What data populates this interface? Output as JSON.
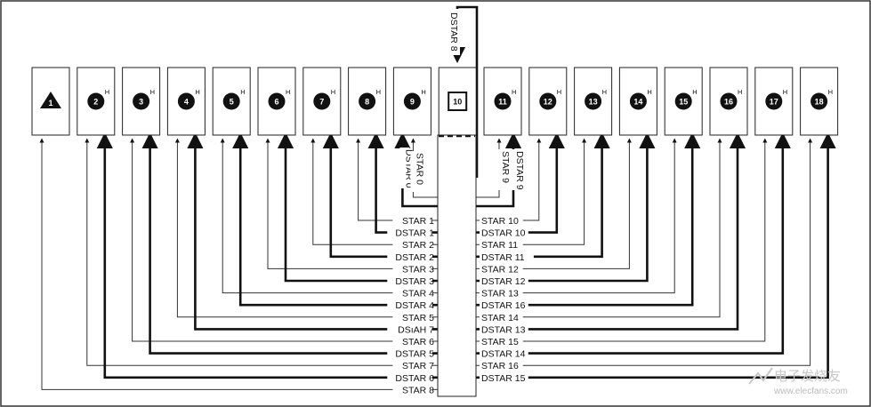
{
  "slots": [
    {
      "number": "1",
      "suffix": "",
      "shape": "triangle"
    },
    {
      "number": "2",
      "suffix": "H",
      "shape": "circle"
    },
    {
      "number": "3",
      "suffix": "H",
      "shape": "circle"
    },
    {
      "number": "4",
      "suffix": "H",
      "shape": "circle"
    },
    {
      "number": "5",
      "suffix": "H",
      "shape": "circle"
    },
    {
      "number": "6",
      "suffix": "H",
      "shape": "circle"
    },
    {
      "number": "7",
      "suffix": "H",
      "shape": "circle"
    },
    {
      "number": "8",
      "suffix": "H",
      "shape": "circle"
    },
    {
      "number": "9",
      "suffix": "H",
      "shape": "circle"
    },
    {
      "number": "10",
      "suffix": "",
      "shape": "square"
    },
    {
      "number": "11",
      "suffix": "H",
      "shape": "circle"
    },
    {
      "number": "12",
      "suffix": "H",
      "shape": "circle"
    },
    {
      "number": "13",
      "suffix": "H",
      "shape": "circle"
    },
    {
      "number": "14",
      "suffix": "H",
      "shape": "circle"
    },
    {
      "number": "15",
      "suffix": "H",
      "shape": "circle"
    },
    {
      "number": "16",
      "suffix": "H",
      "shape": "circle"
    },
    {
      "number": "17",
      "suffix": "H",
      "shape": "circle"
    },
    {
      "number": "18",
      "suffix": "H",
      "shape": "circle"
    }
  ],
  "left_signals": [
    {
      "label": "STAR 1",
      "slot": 8,
      "kind": "thin"
    },
    {
      "label": "DSTAR 1",
      "slot": 8,
      "kind": "thick"
    },
    {
      "label": "STAR 2",
      "slot": 7,
      "kind": "thin"
    },
    {
      "label": "DSTAR 2",
      "slot": 7,
      "kind": "thick"
    },
    {
      "label": "STAR 3",
      "slot": 6,
      "kind": "thin"
    },
    {
      "label": "DSTAR 3",
      "slot": 6,
      "kind": "thick"
    },
    {
      "label": "STAR 4",
      "slot": 5,
      "kind": "thin"
    },
    {
      "label": "DSTAR 4",
      "slot": 5,
      "kind": "thick"
    },
    {
      "label": "STAR 5",
      "slot": 4,
      "kind": "thin"
    },
    {
      "label": "DSıAH 7",
      "slot": 4,
      "kind": "thick"
    },
    {
      "label": "STAR 6",
      "slot": 3,
      "kind": "thin"
    },
    {
      "label": "DSTAR 5",
      "slot": 3,
      "kind": "thick"
    },
    {
      "label": "STAR 7",
      "slot": 2,
      "kind": "thin"
    },
    {
      "label": "DSTAR 6",
      "slot": 2,
      "kind": "thick"
    },
    {
      "label": "STAR 8",
      "slot": 1,
      "kind": "thin"
    }
  ],
  "right_signals": [
    {
      "label": "STAR 10",
      "slot": 12,
      "kind": "thin"
    },
    {
      "label": "DSTAR 10",
      "slot": 12,
      "kind": "thick"
    },
    {
      "label": "STAR 11",
      "slot": 13,
      "kind": "thin"
    },
    {
      "label": "DSTAR  11",
      "slot": 13,
      "kind": "thick"
    },
    {
      "label": "STAR 12",
      "slot": 14,
      "kind": "thin"
    },
    {
      "label": "DSTAR 12",
      "slot": 14,
      "kind": "thick"
    },
    {
      "label": "STAR 13",
      "slot": 15,
      "kind": "thin"
    },
    {
      "label": "DSTAR 16",
      "slot": 15,
      "kind": "thick"
    },
    {
      "label": "STAR 14",
      "slot": 16,
      "kind": "thin"
    },
    {
      "label": "DSTAR 13",
      "slot": 16,
      "kind": "thick"
    },
    {
      "label": "STAR 15",
      "slot": 17,
      "kind": "thin"
    },
    {
      "label": "DSTAR 14",
      "slot": 17,
      "kind": "thick"
    },
    {
      "label": "STAR 16",
      "slot": 18,
      "kind": "thin"
    },
    {
      "label": "DSTAR 15",
      "slot": 18,
      "kind": "thick"
    }
  ],
  "vertical_signals": {
    "dstar0": "DSTAR 0",
    "star0": "STAR 0",
    "star9": "STAR 9",
    "dstar9": "DSTAR 9",
    "dstar8": "DSTAR 8"
  },
  "watermark": {
    "chinese": "电子发烧友",
    "url": "www.elecfans.com"
  }
}
